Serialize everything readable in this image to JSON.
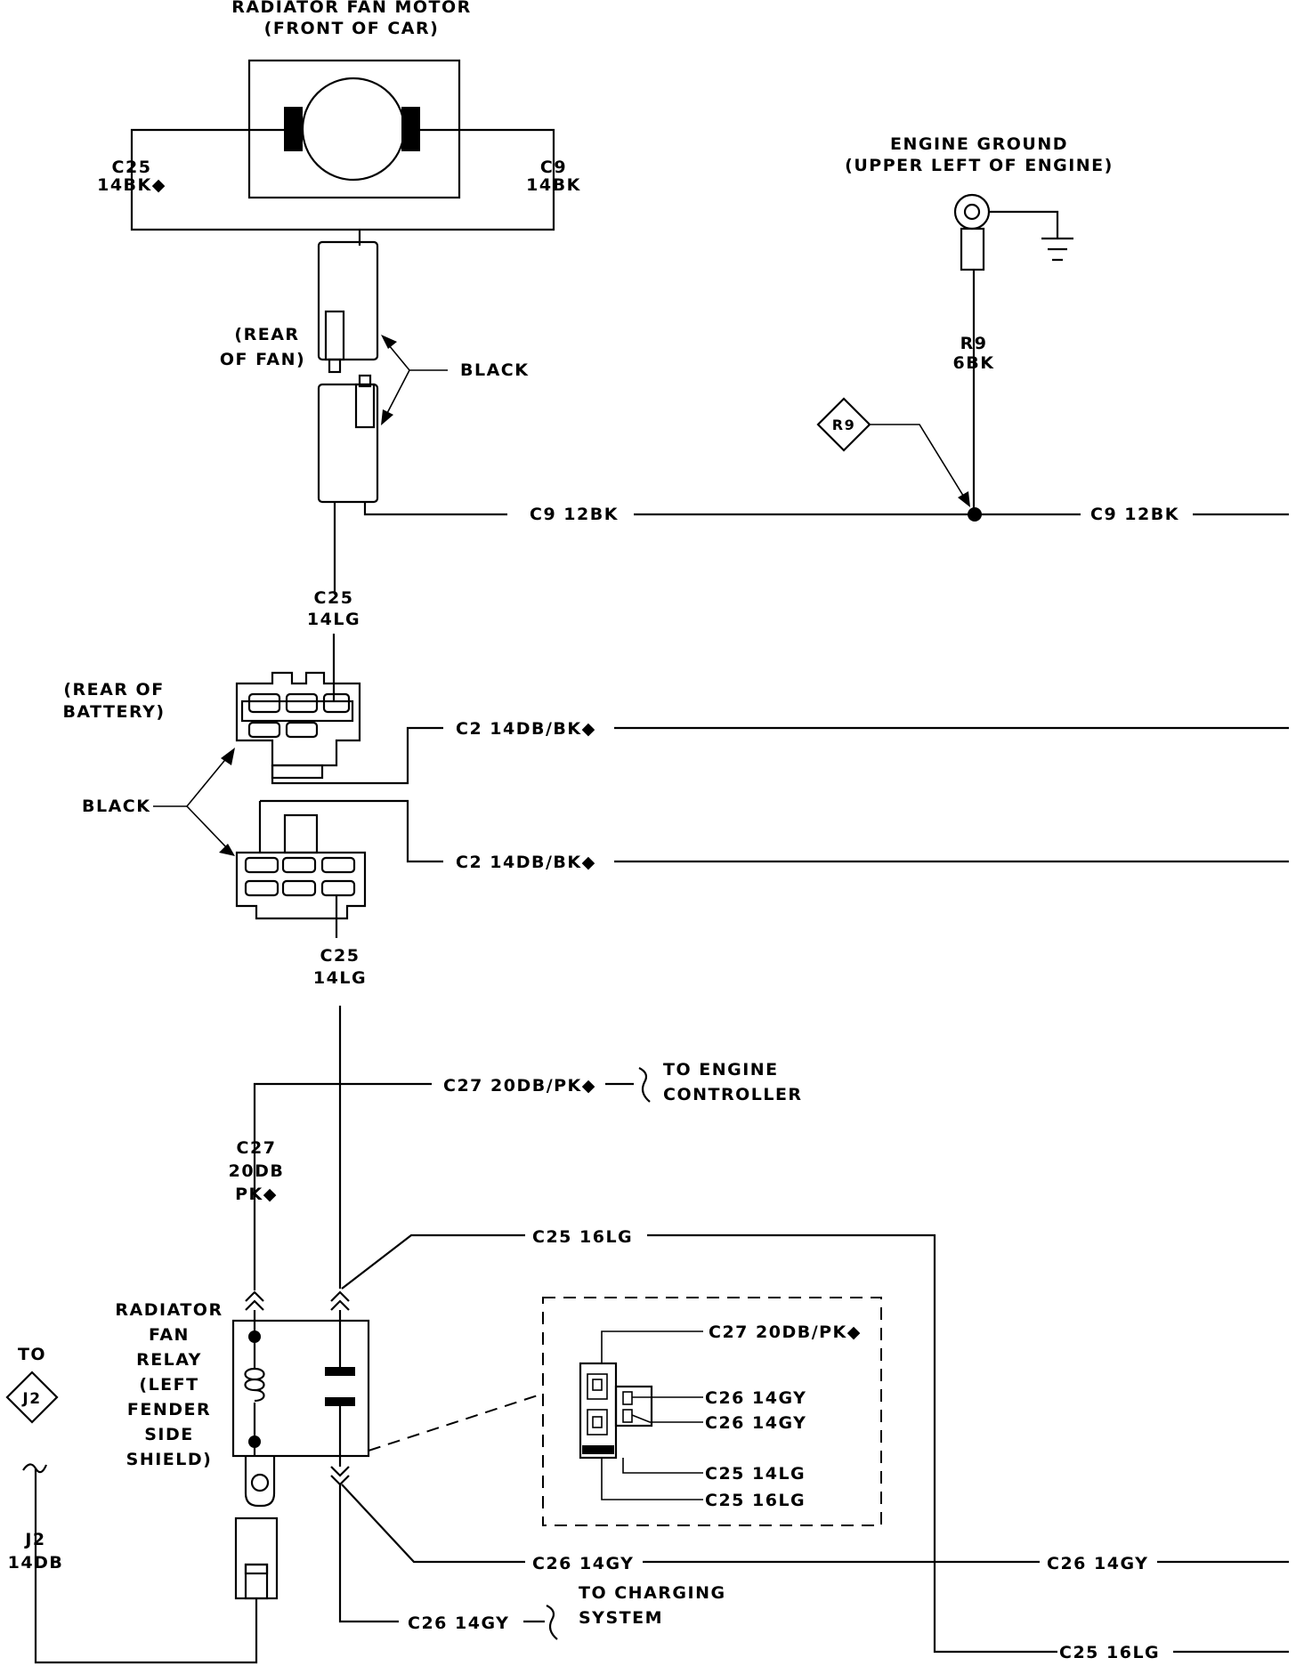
{
  "fan_motor": {
    "title": "RADIATOR FAN MOTOR",
    "subtitle": "(FRONT OF CAR)"
  },
  "wires": {
    "c25_14bk_code": "C25",
    "c25_14bk_gauge": "14BK◆",
    "c9_14bk_code": "C9",
    "c9_14bk_gauge": "14BK",
    "c9_12bk_left": "C9  12BK",
    "c9_12bk_right": "C9  12BK",
    "r9_code": "R9",
    "r9_gauge": "6BK",
    "c25_14lg_top_code": "C25",
    "c25_14lg_top_gauge": "14LG",
    "c2_upper": "C2  14DB/BK◆",
    "c2_lower": "C2  14DB/BK◆",
    "c25_14lg_mid_code": "C25",
    "c25_14lg_mid_gauge": "14LG",
    "c27_horizontal": "C27  20DB/PK◆",
    "c27_vertical_1": "C27",
    "c27_vertical_2": "20DB",
    "c27_vertical_3": "PK◆",
    "c25_16lg_top": "C25  16LG",
    "c26_14gy_mid": "C26  14GY",
    "c26_14gy_right": "C26  14GY",
    "c26_14gy_bottom": "C26  14GY",
    "c25_16lg_bottom": "C25  16LG",
    "j2_code": "J2",
    "j2_gauge": "14DB"
  },
  "fan_connector": {
    "rear_of_fan_1": "(REAR",
    "rear_of_fan_2": "OF FAN)",
    "color_label": "BLACK"
  },
  "battery_connector": {
    "rear_of_battery_1": "(REAR OF",
    "rear_of_battery_2": "BATTERY)",
    "color_label": "BLACK"
  },
  "engine_ground": {
    "title": "ENGINE GROUND",
    "subtitle": "(UPPER LEFT OF ENGINE)",
    "splice_id": "R9"
  },
  "destinations": {
    "engine_controller_1": "TO ENGINE",
    "engine_controller_2": "CONTROLLER",
    "charging_1": "TO CHARGING",
    "charging_2": "SYSTEM",
    "j2_to": "TO",
    "j2_id": "J2"
  },
  "relay": {
    "label_lines": [
      "RADIATOR",
      "FAN",
      "RELAY",
      "(LEFT",
      "FENDER",
      "SIDE",
      "SHIELD)"
    ]
  },
  "relay_detail": {
    "pin_c27": "C27  20DB/PK◆",
    "pin_c26_a": "C26  14GY",
    "pin_c26_b": "C26  14GY",
    "pin_c25_14lg": "C25  14LG",
    "pin_c25_16lg": "C25  16LG"
  }
}
